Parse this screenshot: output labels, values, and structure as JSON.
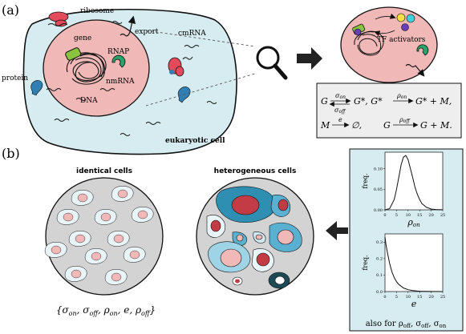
{
  "panel_a": {
    "label": "(a)",
    "labels": {
      "ribosome": "ribosome",
      "gene": "gene",
      "export": "export",
      "cmrna": "cmRNA",
      "rnap": "RNAP",
      "protein": "protein",
      "nmrna": "nmRNA",
      "dna": "DNA",
      "cell": "eukaryotic cell",
      "tf": "TF activators"
    },
    "reactions": {
      "g": "G",
      "g_star": "G*",
      "m": "M",
      "sigma_on": "σ",
      "sigma_on_sub": "on",
      "sigma_off": "σ",
      "sigma_off_sub": "off",
      "rho_on": "ρ",
      "rho_on_sub": "on",
      "rho_off": "ρ",
      "rho_off_sub": "off",
      "e": "e",
      "empty": "∅",
      "line1_a": "G",
      "line1_b": "G*,  G*",
      "line1_c": "G* + M,",
      "line2_a": "M",
      "line2_b": "∅,",
      "line2_c": "G",
      "line2_d": "G + M."
    }
  },
  "panel_b": {
    "label": "(b)",
    "identical_title": "identical cells",
    "heterogeneous_title": "heterogeneous cells",
    "params": "{σon, σoff, ρon, e, ρoff}",
    "params_parts": {
      "open": "{σ",
      "s_on": "on",
      "c1": ", σ",
      "s_off": "off",
      "c2": ", ρ",
      "r_on": "on",
      "c3": ", e, ρ",
      "r_off": "off",
      "close": "}"
    },
    "footer": {
      "text": "also for ρoff, σoff, σon",
      "pre": "also for ρ",
      "s1": "off",
      "c1": ", σ",
      "s2": "off",
      "c2": ", σ",
      "s3": "on"
    }
  },
  "chart_data": [
    {
      "type": "line",
      "ylabel": "freq.",
      "xlabel": "ρon",
      "xlabel_base": "ρ",
      "xlabel_sub": "on",
      "xlim": [
        0,
        25
      ],
      "ylim": [
        0,
        0.14
      ],
      "xticks": [
        "0",
        "5",
        "10",
        "15",
        "20",
        "25"
      ],
      "yticks": [
        "0.00",
        "0.05",
        "0.10"
      ],
      "x": [
        0,
        2,
        4,
        5,
        6,
        7,
        8,
        9,
        10,
        11,
        12,
        13,
        14,
        15,
        16,
        18,
        20,
        22,
        25
      ],
      "y": [
        0,
        0.003,
        0.025,
        0.05,
        0.08,
        0.11,
        0.128,
        0.132,
        0.122,
        0.1,
        0.078,
        0.055,
        0.038,
        0.025,
        0.015,
        0.006,
        0.002,
        0.0008,
        0.0002
      ]
    },
    {
      "type": "line",
      "ylabel": "freq.",
      "xlabel": "e",
      "xlim": [
        0,
        25
      ],
      "ylim": [
        0,
        0.35
      ],
      "xticks": [
        "0",
        "5",
        "10",
        "15",
        "20",
        "25"
      ],
      "yticks": [
        "0.0",
        "0.1",
        "0.2",
        "0.3"
      ],
      "x": [
        0,
        0.5,
        1,
        2,
        3,
        4,
        5,
        6,
        8,
        10,
        12,
        15,
        20,
        25
      ],
      "y": [
        0.33,
        0.28,
        0.24,
        0.17,
        0.12,
        0.085,
        0.06,
        0.043,
        0.022,
        0.011,
        0.006,
        0.002,
        0.0004,
        0.0001
      ]
    }
  ]
}
